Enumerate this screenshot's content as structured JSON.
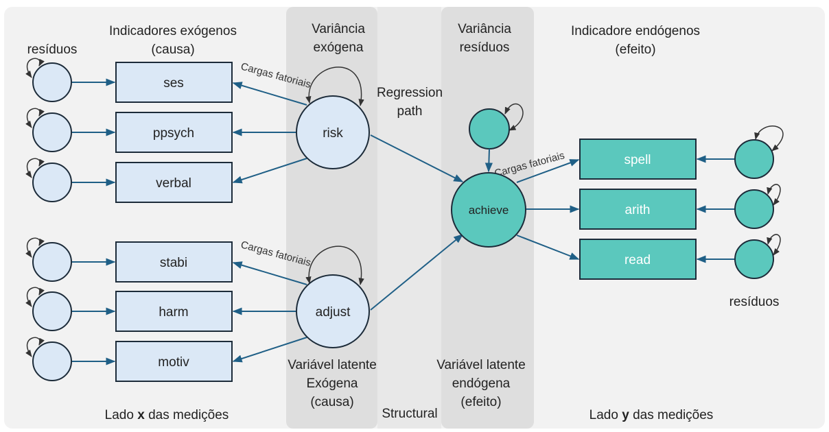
{
  "colors": {
    "background_panel": "#f2f2f2",
    "band_shade": "#dedede",
    "exo_fill": "#dbe8f6",
    "endo_fill": "#5bc8bd",
    "node_stroke": "#1c2b39",
    "arrow": "#1f5f86",
    "self_loop": "#333333"
  },
  "headers": {
    "exo_indicators_line1": "Indicadores exógenos",
    "exo_indicators_line2": "(causa)",
    "exo_variance_line1": "Variância",
    "exo_variance_line2": "exógena",
    "residual_variance_line1": "Variância",
    "residual_variance_line2": "resíduos",
    "endo_indicators_line1": "Indicadore endógenos",
    "endo_indicators_line2": "(efeito)",
    "residuals_left": "resíduos",
    "residuals_right": "resíduos",
    "regression_line1": "Regression",
    "regression_line2": "path",
    "loadings_risk": "Cargas fatoriais",
    "loadings_adjust": "Cargas fatoriais",
    "loadings_achieve": "Cargas fatoriais"
  },
  "exogenous_indicators": [
    {
      "id": "ses",
      "label": "ses"
    },
    {
      "id": "ppsych",
      "label": "ppsych"
    },
    {
      "id": "verbal",
      "label": "verbal"
    },
    {
      "id": "stabi",
      "label": "stabi"
    },
    {
      "id": "harm",
      "label": "harm"
    },
    {
      "id": "motiv",
      "label": "motiv"
    }
  ],
  "endogenous_indicators": [
    {
      "id": "spell",
      "label": "spell"
    },
    {
      "id": "arith",
      "label": "arith"
    },
    {
      "id": "read",
      "label": "read"
    }
  ],
  "latents": {
    "risk": "risk",
    "adjust": "adjust",
    "achieve": "achieve"
  },
  "footer": {
    "exo_latent_line1": "Variável latente",
    "exo_latent_line2": "Exógena",
    "exo_latent_line3": "(causa)",
    "endo_latent_line1": "Variável latente",
    "endo_latent_line2": "endógena",
    "endo_latent_line3": "(efeito)",
    "structural": "Structural",
    "x_side_prefix": "Lado ",
    "x_side_bold": "x",
    "x_side_suffix": " das medições",
    "y_side_prefix": "Lado ",
    "y_side_bold": "y",
    "y_side_suffix": " das medições"
  }
}
